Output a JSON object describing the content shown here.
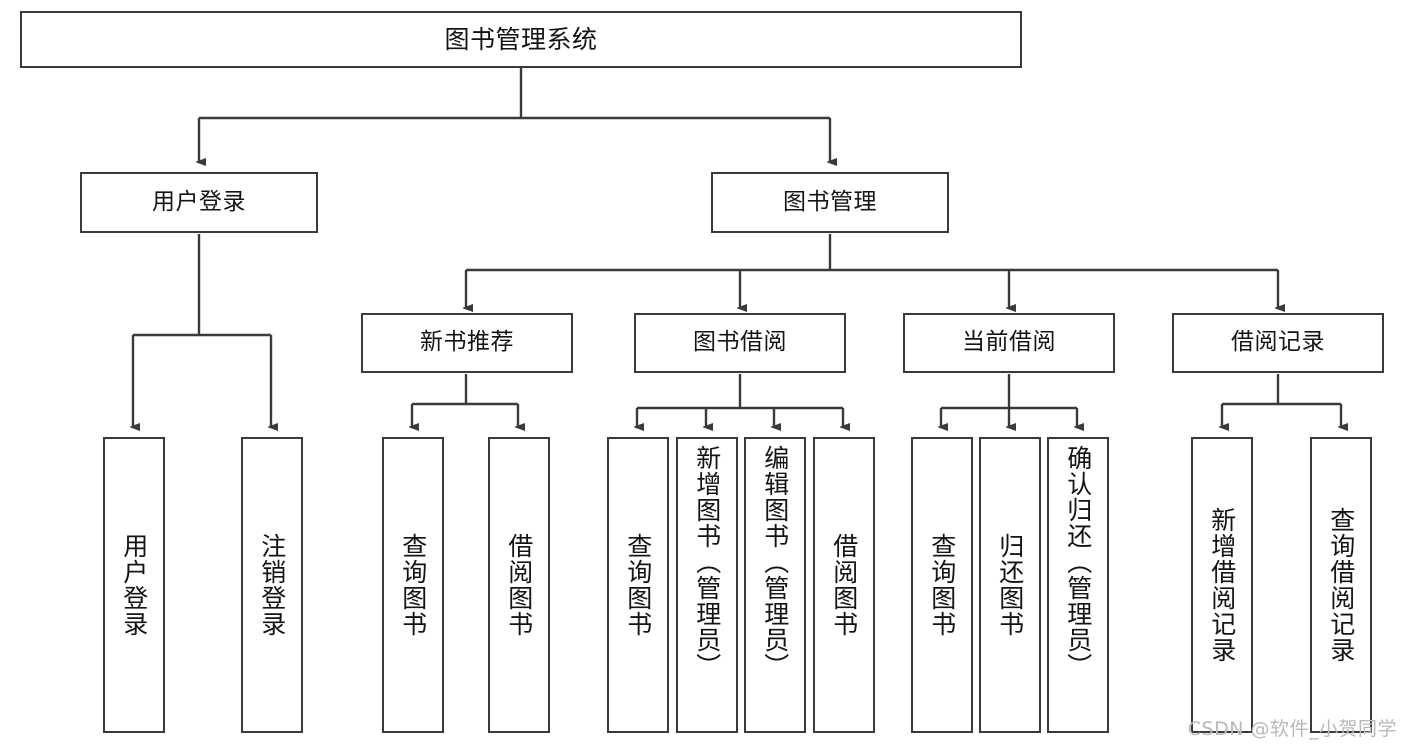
{
  "diagram": {
    "type": "tree",
    "title": "图书管理系统",
    "watermark": "CSDN @软件_小贺同学",
    "colors": {
      "border": "#3a3a3a",
      "background": "#ffffff",
      "text": "#141414",
      "connector": "#3a3a3a",
      "watermark": "#b9b9b9"
    },
    "root": {
      "label": "图书管理系统"
    },
    "level2": [
      {
        "label": "用户登录"
      },
      {
        "label": "图书管理"
      }
    ],
    "level3": [
      {
        "label": "新书推荐"
      },
      {
        "label": "图书借阅"
      },
      {
        "label": "当前借阅"
      },
      {
        "label": "借阅记录"
      }
    ],
    "leaves": {
      "user_login": [
        {
          "label": "用户登录"
        },
        {
          "label": "注销登录"
        }
      ],
      "new_book_recommend": [
        {
          "label": "查询图书"
        },
        {
          "label": "借阅图书"
        }
      ],
      "book_borrow": [
        {
          "label": "查询图书"
        },
        {
          "label": "新增图书（管理员）"
        },
        {
          "label": "编辑图书（管理员）"
        },
        {
          "label": "借阅图书"
        }
      ],
      "current_borrow": [
        {
          "label": "查询图书"
        },
        {
          "label": "归还图书"
        },
        {
          "label": "确认归还（管理员）"
        }
      ],
      "borrow_record": [
        {
          "label": "新增借阅记录"
        },
        {
          "label": "查询借阅记录"
        }
      ]
    }
  }
}
